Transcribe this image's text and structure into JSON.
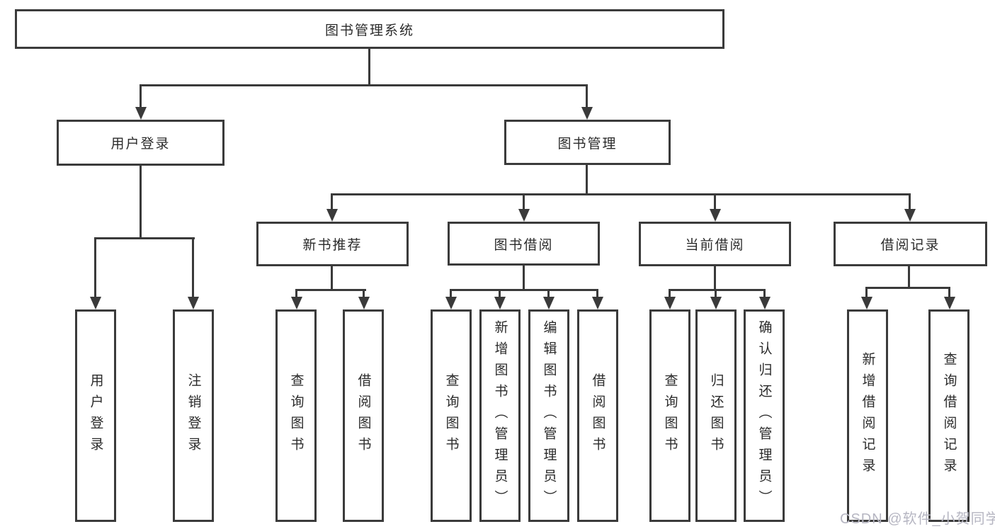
{
  "diagram": {
    "type": "functional-structure-tree",
    "colors": {
      "background": "#ffffff",
      "line": "#3a3a3a",
      "box_border": "#3b3b3b",
      "box_fill": "#ffffff",
      "text": "#2b2b2b",
      "watermark": "#b6b6c2"
    }
  },
  "nodes": {
    "root": "图书管理系统",
    "user_login": "用户登录",
    "book_management": "图书管理",
    "new_book_recommend": "新书推荐",
    "book_borrow": "图书借阅",
    "current_borrow": "当前借阅",
    "borrow_record": "借阅记录",
    "leaf_user_login": "用户登录",
    "leaf_logout": "注销登录",
    "leaf_recommend_query_book": "查询图书",
    "leaf_recommend_borrow_book": "借阅图书",
    "leaf_borrow_query_book": "查询图书",
    "leaf_borrow_add_book": "新增图书（管理员）",
    "leaf_borrow_edit_book": "编辑图书（管理员）",
    "leaf_borrow_borrow_book": "借阅图书",
    "leaf_current_query_book": "查询图书",
    "leaf_current_return_book": "归还图书",
    "leaf_current_confirm_return": "确认归还（管理员）",
    "leaf_record_add": "新增借阅记录",
    "leaf_record_query": "查询借阅记录"
  },
  "hierarchy": {
    "图书管理系统": {
      "用户登录": [
        "用户登录",
        "注销登录"
      ],
      "图书管理": {
        "新书推荐": [
          "查询图书",
          "借阅图书"
        ],
        "图书借阅": [
          "查询图书",
          "新增图书（管理员）",
          "编辑图书（管理员）",
          "借阅图书"
        ],
        "当前借阅": [
          "查询图书",
          "归还图书",
          "确认归还（管理员）"
        ],
        "借阅记录": [
          "新增借阅记录",
          "查询借阅记录"
        ]
      }
    }
  },
  "watermark": {
    "text": "CSDN @软件_小贺同学"
  }
}
